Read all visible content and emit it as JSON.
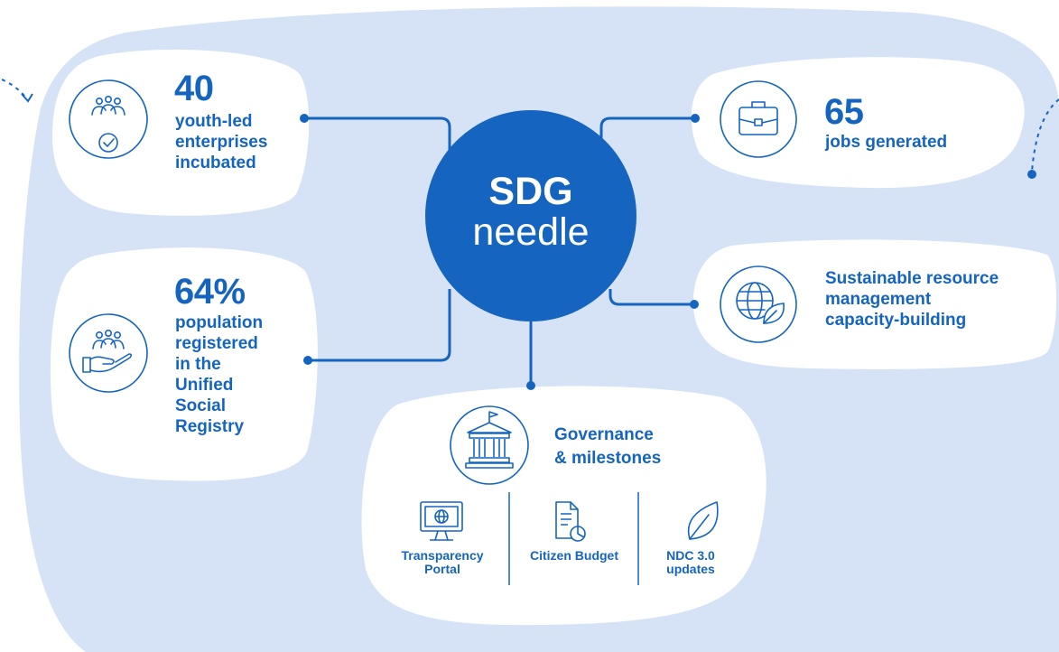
{
  "center": {
    "line1": "SDG",
    "line2": "needle"
  },
  "youth": {
    "value": "40",
    "label_lines": [
      "youth-led",
      "enterprises",
      "incubated"
    ],
    "icon": "people-check-icon"
  },
  "jobs": {
    "value": "65",
    "label": "jobs generated",
    "icon": "briefcase-icon"
  },
  "population": {
    "value": "64%",
    "label_lines": [
      "population",
      "registered",
      "in the",
      "Unified",
      "Social",
      "Registry"
    ],
    "icon": "people-hand-icon"
  },
  "resources": {
    "label_lines": [
      "Sustainable resource",
      "management",
      "capacity-building"
    ],
    "icon": "globe-leaf-icon"
  },
  "governance": {
    "title_lines": [
      "Governance",
      "& milestones"
    ],
    "icon": "government-building-icon",
    "items": [
      {
        "label_lines": [
          "Transparency",
          "Portal"
        ],
        "icon": "monitor-globe-icon"
      },
      {
        "label_lines": [
          "Citizen Budget"
        ],
        "icon": "document-chart-icon"
      },
      {
        "label_lines": [
          "NDC 3.0",
          "updates"
        ],
        "icon": "leaf-icon"
      }
    ]
  },
  "colors": {
    "primary": "#1565c0",
    "background_blob": "#d6e2f5",
    "center_circle": "#1565c0",
    "card": "#ffffff"
  }
}
